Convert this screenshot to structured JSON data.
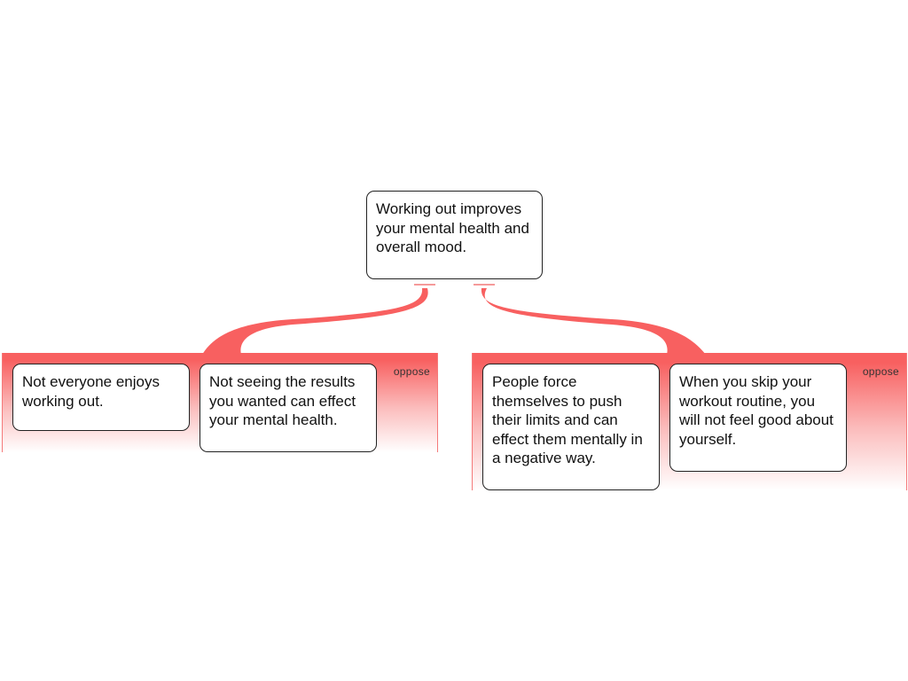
{
  "colors": {
    "branch": "#f86060",
    "group_fill_top": "#f86060",
    "group_fill_bottom": "#ffffff",
    "node_border": "#222222",
    "node_text": "#111111"
  },
  "root": {
    "text": "Working out improves your mental health and overall mood."
  },
  "groups": [
    {
      "label": "oppose",
      "nodes": [
        {
          "text": "Not everyone enjoys working out."
        },
        {
          "text": "Not seeing the results you wanted can effect your mental health."
        }
      ]
    },
    {
      "label": "oppose",
      "nodes": [
        {
          "text": "People force themselves to push their limits and can effect them mentally in a negative way."
        },
        {
          "text": "When you skip your workout routine, you will not feel good about yourself."
        }
      ]
    }
  ]
}
